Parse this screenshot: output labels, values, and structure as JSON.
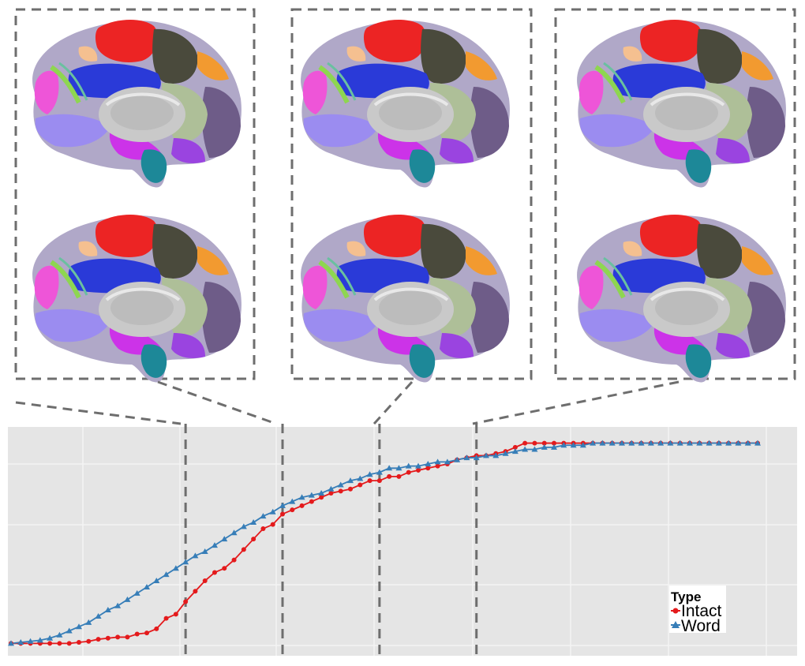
{
  "chart_data": {
    "type": "line",
    "legend": {
      "title": "Type",
      "position": "bottom-right"
    },
    "grid": true,
    "tick_labels": {
      "x": [],
      "y": []
    },
    "series": [
      {
        "name": "Intact",
        "color": "#e41a1c",
        "marker": "circle",
        "y": [
          0.0,
          0.0,
          0.0,
          0.0,
          0.0,
          0.0,
          0.0,
          0.005,
          0.01,
          0.02,
          0.025,
          0.03,
          0.03,
          0.045,
          0.05,
          0.07,
          0.12,
          0.14,
          0.2,
          0.25,
          0.3,
          0.34,
          0.36,
          0.4,
          0.45,
          0.5,
          0.55,
          0.57,
          0.62,
          0.64,
          0.66,
          0.68,
          0.7,
          0.72,
          0.73,
          0.74,
          0.76,
          0.78,
          0.78,
          0.8,
          0.8,
          0.82,
          0.83,
          0.84,
          0.85,
          0.86,
          0.88,
          0.89,
          0.9,
          0.9,
          0.91,
          0.92,
          0.94,
          0.96,
          0.96,
          0.96,
          0.96,
          0.96,
          0.96,
          0.96,
          0.96,
          0.96,
          0.96,
          0.96,
          0.96,
          0.96,
          0.96,
          0.96,
          0.96,
          0.96,
          0.96,
          0.96,
          0.96,
          0.96,
          0.96,
          0.96,
          0.96,
          0.96
        ]
      },
      {
        "name": "Word",
        "color": "#377eb8",
        "marker": "triangle",
        "y": [
          0.0,
          0.005,
          0.01,
          0.015,
          0.025,
          0.04,
          0.06,
          0.08,
          0.1,
          0.13,
          0.16,
          0.18,
          0.21,
          0.24,
          0.27,
          0.3,
          0.33,
          0.36,
          0.39,
          0.42,
          0.44,
          0.47,
          0.5,
          0.53,
          0.56,
          0.58,
          0.61,
          0.63,
          0.66,
          0.68,
          0.7,
          0.71,
          0.72,
          0.74,
          0.76,
          0.78,
          0.79,
          0.81,
          0.82,
          0.84,
          0.84,
          0.85,
          0.85,
          0.86,
          0.87,
          0.87,
          0.88,
          0.89,
          0.89,
          0.9,
          0.9,
          0.91,
          0.92,
          0.93,
          0.93,
          0.94,
          0.94,
          0.95,
          0.95,
          0.95,
          0.96,
          0.96,
          0.96,
          0.96,
          0.96,
          0.96,
          0.96,
          0.96,
          0.96,
          0.96,
          0.96,
          0.96,
          0.96,
          0.96,
          0.96,
          0.96,
          0.96,
          0.96
        ]
      }
    ],
    "markers_at_index": [
      18,
      28,
      38,
      48
    ],
    "xlim": [
      0,
      80
    ],
    "ylim": [
      -0.01,
      1.0
    ]
  },
  "brain_panels": [
    {
      "group": 1,
      "images": [
        "brain-surface",
        "brain-surface"
      ]
    },
    {
      "group": 2,
      "images": [
        "brain-surface",
        "brain-surface"
      ]
    },
    {
      "group": 3,
      "images": [
        "brain-surface",
        "brain-surface"
      ]
    }
  ],
  "colors": {
    "panel_bg": "#e5e5e5",
    "grid_line": "#f4f4f4",
    "dash": "#6e6e6e"
  }
}
